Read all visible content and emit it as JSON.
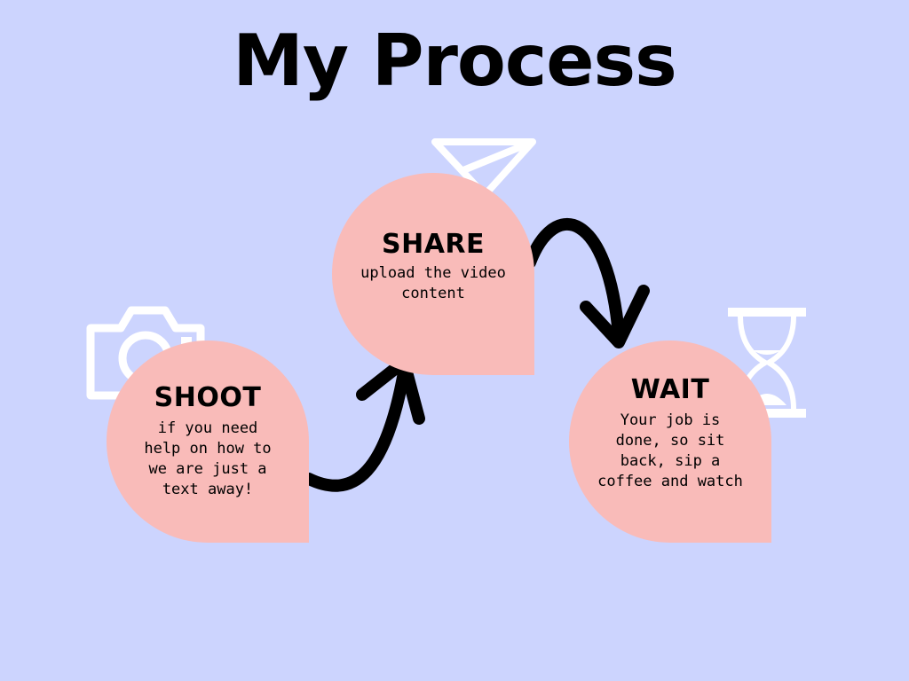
{
  "title": "My Process",
  "steps": [
    {
      "title": "SHOOT",
      "description": "if you need help on how to we are just a text away!",
      "icon": "camera-icon"
    },
    {
      "title": "SHARE",
      "description": "upload the video content",
      "icon": "paper-plane-icon"
    },
    {
      "title": "WAIT",
      "description": "Your job is done, so sit back, sip a coffee and watch",
      "icon": "hourglass-icon"
    }
  ],
  "colors": {
    "background": "#ccd4fe",
    "bubble": "#f9bbb9",
    "icons": "#ffffff",
    "arrows": "#000000"
  }
}
